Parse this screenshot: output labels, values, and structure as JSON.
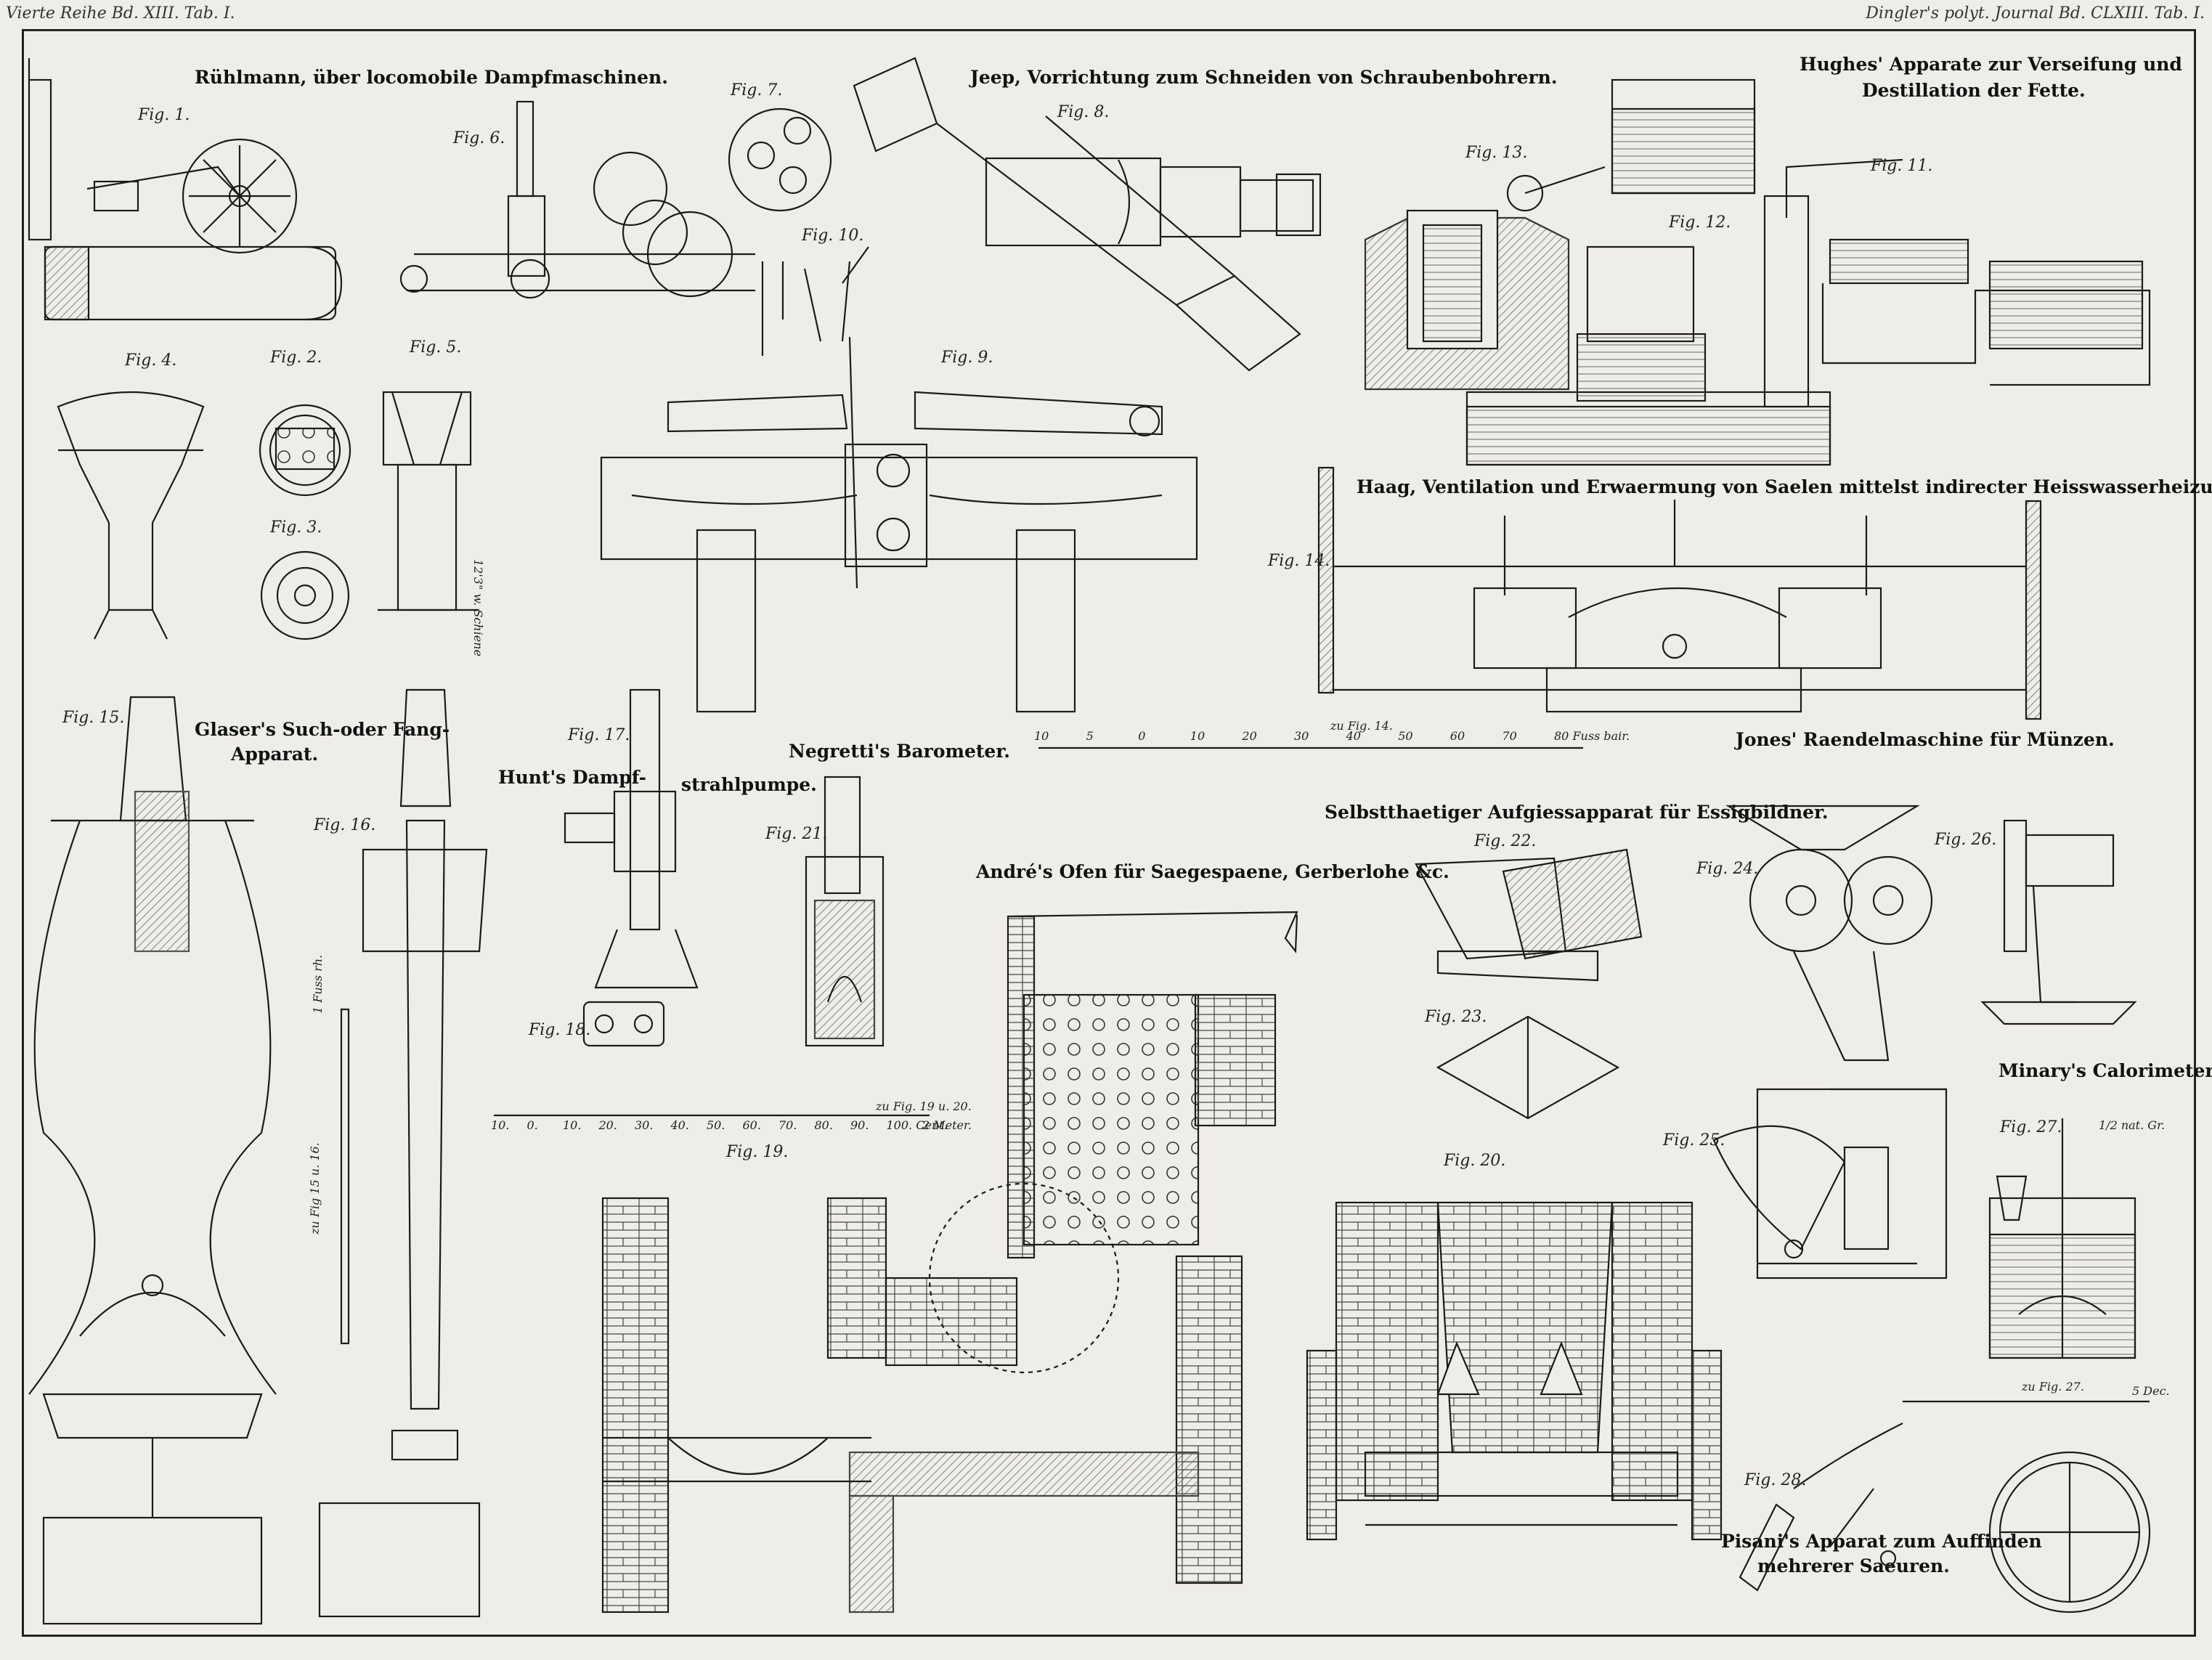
{
  "header": {
    "left": "Vierte Reihe Bd. XIII. Tab. I.",
    "right": "Dingler's polyt. Journal Bd. CLXIII. Tab. I."
  },
  "titles": {
    "ruhlmann": "Rühlmann, über locomobile Dampfmaschinen.",
    "jeep": "Jeep, Vorrichtung zum Schneiden von Schraubenbohrern.",
    "hughes_1": "Hughes' Apparate zur Verseifung und",
    "hughes_2": "Destillation der Fette.",
    "haag": "Haag, Ventilation und Erwaermung von Saelen mittelst indirecter Heisswasserheizung.",
    "glaser_1": "Glaser's Such-oder Fang-",
    "glaser_2": "Apparat.",
    "hunt_1": "Hunt's Dampf-",
    "hunt_2": "strahlpumpe.",
    "negretti": "Negretti's Barometer.",
    "jones": "Jones' Raendelmaschine für Münzen.",
    "selbst": "Selbstthaetiger Aufgiessapparat für Essigbildner.",
    "andre": "André's Ofen für Saegespaene, Gerberlohe &c.",
    "minary": "Minary's Calorimeter.",
    "pisani_1": "Pisani's Apparat zum Auffinden",
    "pisani_2": "mehrerer Saeuren."
  },
  "figures": {
    "f1": "Fig. 1.",
    "f2": "Fig. 2.",
    "f3": "Fig. 3.",
    "f4": "Fig. 4.",
    "f5": "Fig. 5.",
    "f6": "Fig. 6.",
    "f7": "Fig. 7.",
    "f8": "Fig. 8.",
    "f9": "Fig. 9.",
    "f10": "Fig. 10.",
    "f11": "Fig. 11.",
    "f12": "Fig. 12.",
    "f13": "Fig. 13.",
    "f14": "Fig. 14.",
    "f15": "Fig. 15.",
    "f16": "Fig. 16.",
    "f17": "Fig. 17.",
    "f18": "Fig. 18.",
    "f19": "Fig. 19.",
    "f20": "Fig. 20.",
    "f21": "Fig. 21.",
    "f22": "Fig. 22.",
    "f23": "Fig. 23.",
    "f24": "Fig. 24.",
    "f25": "Fig. 25.",
    "f26": "Fig. 26.",
    "f27": "Fig. 27.",
    "f28": "Fig. 28."
  },
  "scales": {
    "fig14_label": "zu Fig. 14.",
    "fig14_ticks": [
      "10",
      "5",
      "0",
      "10",
      "20",
      "30",
      "40",
      "50",
      "60",
      "70",
      "80 Fuss bair."
    ],
    "fig1920_label": "zu Fig. 19 u. 20.",
    "fig1920_ticks": [
      "10.",
      "0.",
      "10.",
      "20.",
      "30.",
      "40.",
      "50.",
      "60.",
      "70.",
      "80.",
      "90.",
      "100. Cent.",
      "2 Meter."
    ],
    "fig1516_vertical": "zu Fig 15 u. 16.",
    "fig1516_top": "1 Fuss rh.",
    "fig27_label": "zu Fig. 27.",
    "fig27_end": "5 Dec.",
    "fig27_natural": "1/2 nat. Gr.",
    "fig5_side": "12'3\" w. Schiene"
  },
  "colors": {
    "paper": "#efede9",
    "ink": "#1b1b1b",
    "hatch": "#555555"
  }
}
